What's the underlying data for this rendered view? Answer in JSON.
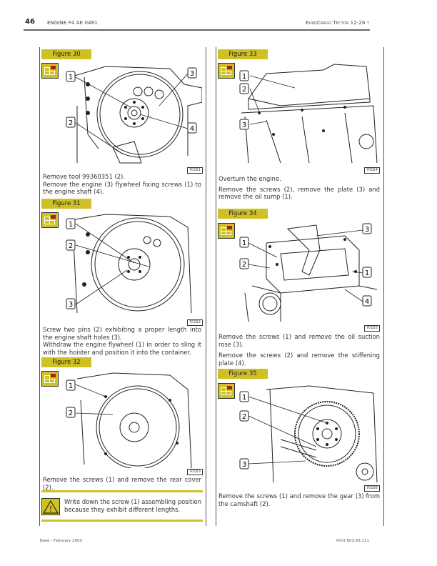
{
  "header": {
    "page_number": "46",
    "left_title": "ENGINE F4 AE 0481",
    "right_title": "EuroCargo Tector 12-26 t"
  },
  "left_column": {
    "fig30": {
      "label": "Figure 30",
      "ref": "70151",
      "callouts": [
        "1",
        "2",
        "3",
        "4"
      ],
      "text": [
        "Remove tool 99360351 (2).",
        "Remove the engine (3) flywheel fixing screws (1) to the engine shaft (4)."
      ]
    },
    "fig31": {
      "label": "Figure 31",
      "ref": "70152",
      "callouts": [
        "1",
        "2",
        "3"
      ],
      "text": [
        "Screw two pins (2) exhibiting a proper length into the engine shaft holes (3).",
        "Withdraw the engine flywheel (1) in order to sling it with the hoister and position it into the container."
      ]
    },
    "fig32": {
      "label": "Figure 32",
      "ref": "70153",
      "callouts": [
        "1",
        "2"
      ],
      "text": [
        "Remove the screws (1) and remove the rear cover (2)."
      ]
    },
    "warning": {
      "icon": "warning-triangle-icon",
      "text": "Write down the screw (1) assembling position because they exhibit different lengths."
    }
  },
  "right_column": {
    "fig33": {
      "label": "Figure 33",
      "ref": "70154",
      "callouts": [
        "1",
        "2",
        "3"
      ],
      "text": [
        "Overturn the engine.",
        "Remove the screws (2), remove the plate (3) and remove the oil sump (1)."
      ]
    },
    "fig34": {
      "label": "Figure 34",
      "ref": "70155",
      "callouts": [
        "1",
        "2",
        "3",
        "1",
        "4"
      ],
      "text": [
        "Remove the screws (1) and remove the oil suction rose (3).",
        "Remove the screws (2) and remove the stiffening plate (4)."
      ]
    },
    "fig35": {
      "label": "Figure 35",
      "ref": "70156",
      "callouts": [
        "1",
        "2",
        "3"
      ],
      "text": [
        "Remove the screws (1) and remove the gear (3) from the camshaft (2)."
      ]
    }
  },
  "footer": {
    "left": "Base - February 2003",
    "right": "Print 603.93.111"
  },
  "colors": {
    "accent": "#cfc024",
    "icon_red": "#b0181c"
  }
}
